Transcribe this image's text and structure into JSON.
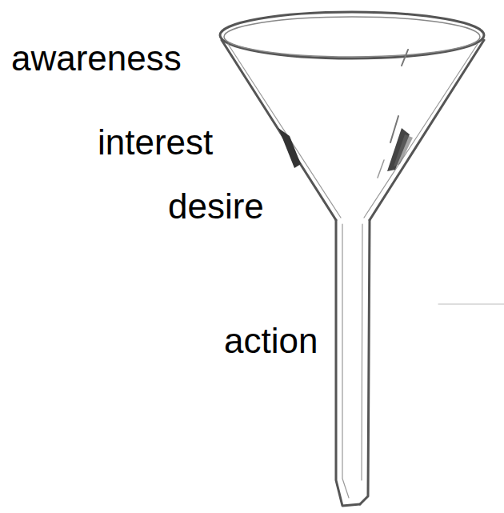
{
  "diagram": {
    "labels": [
      "awareness",
      "interest",
      "desire",
      "action"
    ]
  }
}
